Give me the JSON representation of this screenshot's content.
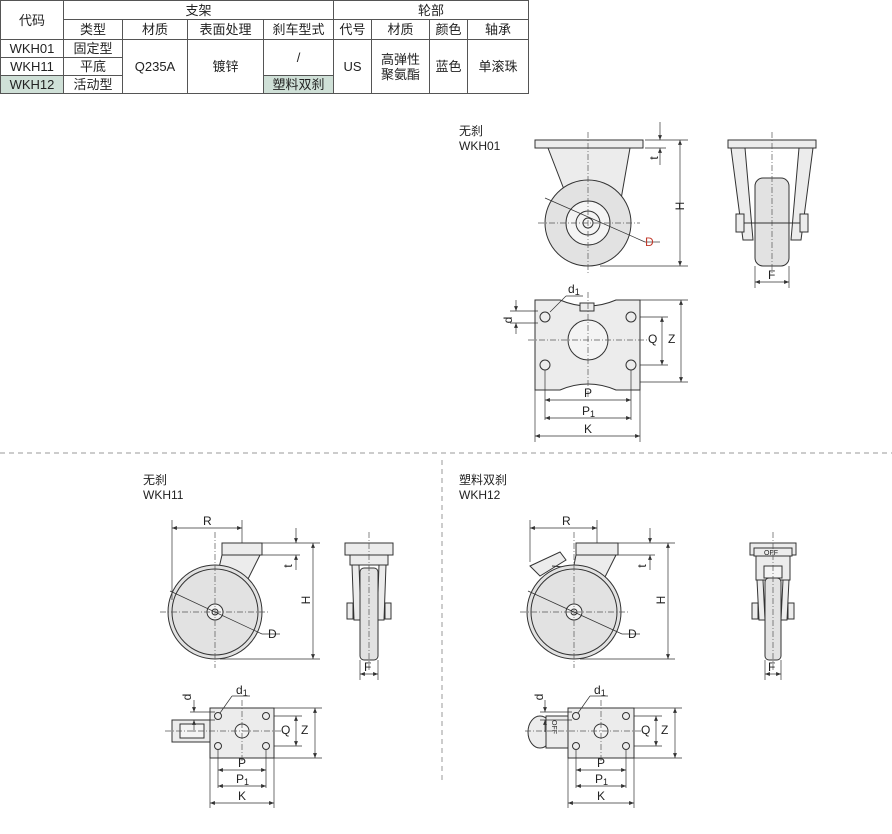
{
  "table": {
    "header1": {
      "code": "代码",
      "bracket": "支架",
      "wheel": "轮部"
    },
    "header2": {
      "type": "类型",
      "material": "材质",
      "surface": "表面处理",
      "brake": "刹车型式",
      "wcode": "代号",
      "wmaterial": "材质",
      "color": "颜色",
      "bearing": "轴承"
    },
    "rows": [
      {
        "code": "WKH01",
        "type": "固定型"
      },
      {
        "code": "WKH11",
        "type": "平底"
      },
      {
        "code": "WKH12",
        "type": "活动型"
      }
    ],
    "material_value": "Q235A",
    "surface_value": "镀锌",
    "brake_none": "/",
    "brake_plastic": "塑料双刹",
    "wheel_code": "US",
    "wheel_material_line1": "高弹性",
    "wheel_material_line2": "聚氨酯",
    "wheel_color": "蓝色",
    "bearing_value": "单滚珠"
  },
  "captions": {
    "wkh01": {
      "brake": "无刹",
      "model": "WKH01"
    },
    "wkh11": {
      "brake": "无刹",
      "model": "WKH11"
    },
    "wkh12": {
      "brake": "塑料双刹",
      "model": "WKH12"
    }
  },
  "dims": {
    "H": "H",
    "t": "t",
    "D": "D",
    "F": "F",
    "R": "R",
    "d": "d",
    "d1": "d",
    "Q": "Q",
    "Z": "Z",
    "P": "P",
    "P1": "P",
    "K": "K",
    "sub1": "1",
    "off": "OFF"
  }
}
